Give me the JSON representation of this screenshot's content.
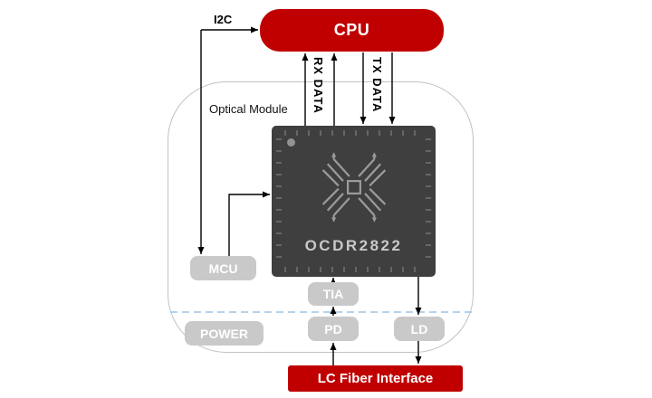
{
  "diagram": {
    "external": {
      "cpu": "CPU",
      "fiber_interface": "LC Fiber Interface"
    },
    "buses": {
      "i2c": "I2C",
      "rx": "RX DATA",
      "tx": "TX DATA"
    },
    "module": {
      "label": "Optical Module",
      "chip": "OCDR2822",
      "blocks": {
        "mcu": "MCU",
        "tia": "TIA",
        "power": "POWER",
        "pd": "PD",
        "ld": "LD"
      }
    }
  },
  "colors": {
    "accent_red": "#C00000",
    "block_gray": "#C9C9C9",
    "chip_body": "#3F3F3F",
    "chip_text": "#C9C9C9",
    "module_outline": "#C2C2C2",
    "boundary_dashed_blue": "#9DC3E6",
    "connector_black": "#000000"
  }
}
